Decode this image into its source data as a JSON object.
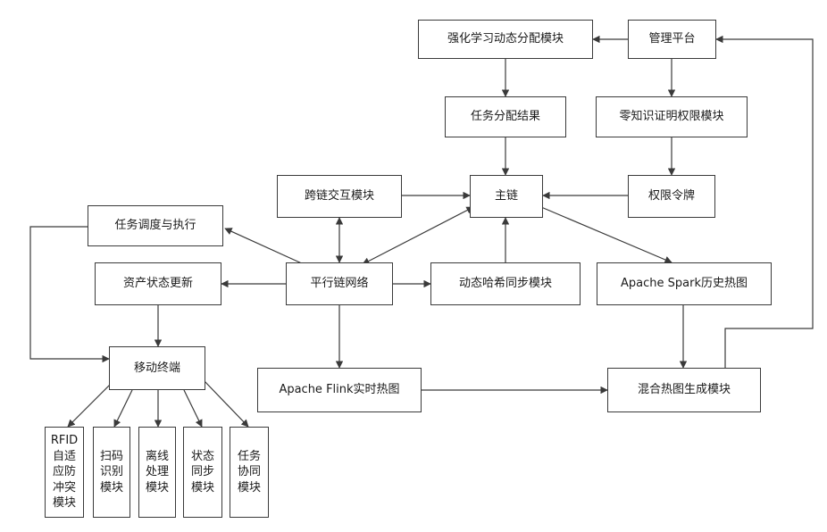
{
  "diagram": {
    "nodes": {
      "rl_module": "强化学习动态分配模块",
      "mgmt_platform": "管理平台",
      "task_result": "任务分配结果",
      "zk_module": "零知识证明权限模块",
      "cross_chain": "跨链交互模块",
      "main_chain": "主链",
      "perm_token": "权限令牌",
      "task_exec": "任务调度与执行",
      "asset_update": "资产状态更新",
      "parallel_net": "平行链网络",
      "hash_sync": "动态哈希同步模块",
      "spark_heatmap": "Apache Spark历史热图",
      "mobile_term": "移动终端",
      "flink_heatmap": "Apache Flink实时热图",
      "hybrid_heatmap": "混合热图生成模块",
      "rfid": "RFID\n自适\n应防\n冲突\n模块",
      "scan": "扫码\n识别\n模块",
      "offline": "离线\n处理\n模块",
      "state_sync": "状态\n同步\n模块",
      "task_coop": "任务\n协同\n模块"
    }
  }
}
